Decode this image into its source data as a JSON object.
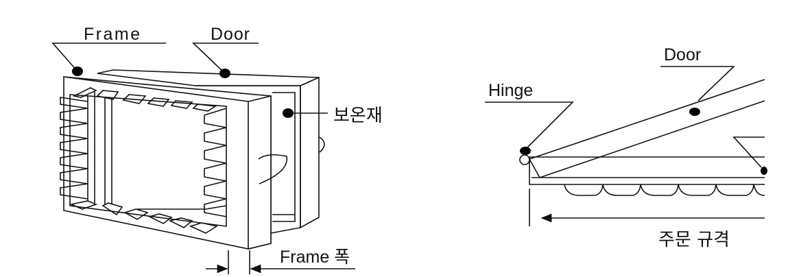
{
  "left_figure": {
    "labels": {
      "frame": "Frame",
      "door": "Door",
      "insulation": "보온재",
      "frame_width": "Frame 폭"
    }
  },
  "right_figure": {
    "labels": {
      "door": "Door",
      "hinge": "Hinge",
      "order_size": "주문 규격"
    }
  },
  "colors": {
    "line": "#111111",
    "background": "#ffffff"
  }
}
